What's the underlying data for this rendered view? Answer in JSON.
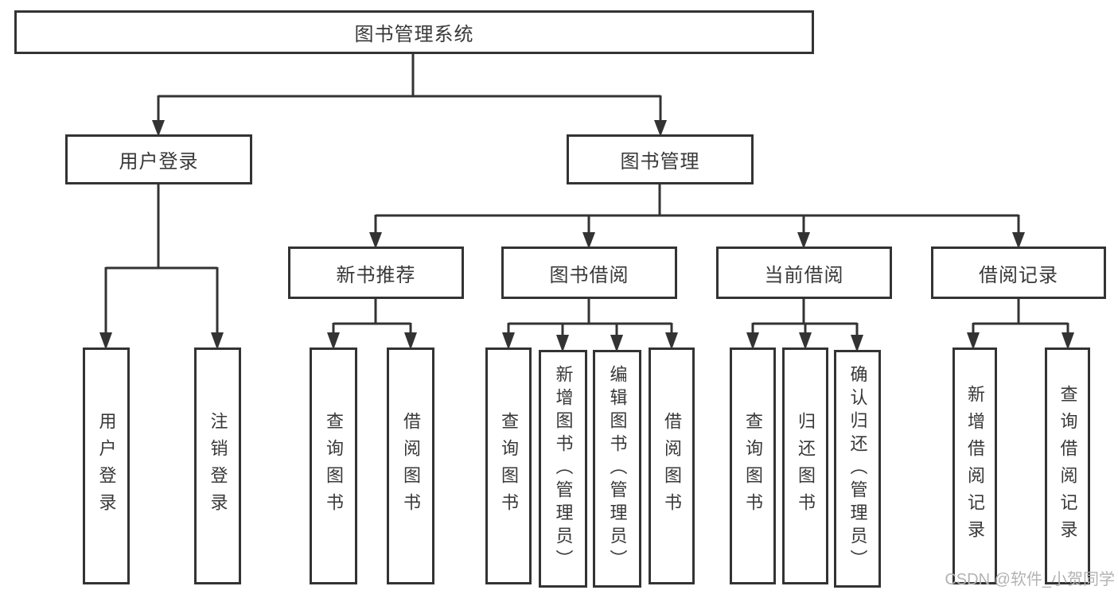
{
  "diagram": {
    "title": "图书管理系统",
    "root": {
      "label": "图书管理系统"
    },
    "level2": [
      {
        "label": "用户登录"
      },
      {
        "label": "图书管理"
      }
    ],
    "level3": [
      {
        "label": "新书推荐"
      },
      {
        "label": "图书借阅"
      },
      {
        "label": "当前借阅"
      },
      {
        "label": "借阅记录"
      }
    ],
    "leaves": {
      "login": [
        {
          "label": "用户登录"
        },
        {
          "label": "注销登录"
        }
      ],
      "recommend": [
        {
          "label": "查询图书"
        },
        {
          "label": "借阅图书"
        }
      ],
      "borrow": [
        {
          "label": "查询图书"
        },
        {
          "label": "新增图书（管理员）"
        },
        {
          "label": "编辑图书（管理员）"
        },
        {
          "label": "借阅图书"
        }
      ],
      "current": [
        {
          "label": "查询图书"
        },
        {
          "label": "归还图书"
        },
        {
          "label": "确认归还（管理员）"
        }
      ],
      "records": [
        {
          "label": "新增借阅记录"
        },
        {
          "label": "查询借阅记录"
        }
      ]
    }
  },
  "watermark": {
    "text": "CSDN @软件_小贺同学"
  },
  "colors": {
    "line": "#333333",
    "box_border": "#333333",
    "text": "#383838",
    "watermark": "#b3b3b3",
    "background": "#ffffff"
  }
}
